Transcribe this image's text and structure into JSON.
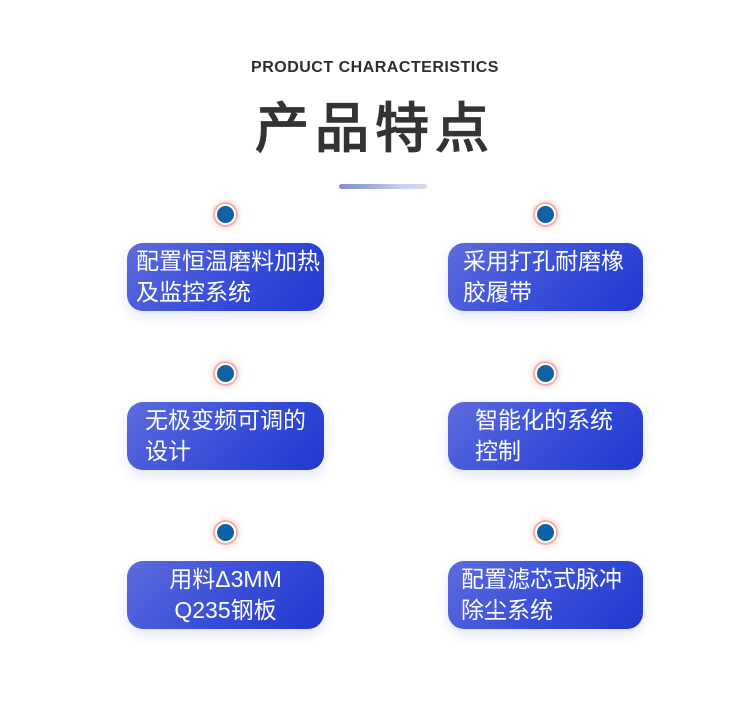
{
  "header": {
    "eyebrow": "PRODUCT CHARACTERISTICS",
    "title": "产品特点"
  },
  "features": [
    {
      "line1": "配置恒温磨料加热",
      "line2": "及监控系统"
    },
    {
      "line1": "采用打孔耐磨橡",
      "line2": "胶履带"
    },
    {
      "line1": "无极变频可调的",
      "line2": "设计"
    },
    {
      "line1": "智能化的系统",
      "line2": "控制"
    },
    {
      "line1": "用料Δ3MM",
      "line2": "Q235钢板"
    },
    {
      "line1": "配置滤芯式脉冲",
      "line2": "除尘系统"
    }
  ],
  "icons": {
    "bullet": "bullet-dot-icon"
  },
  "colors": {
    "card_gradient_start": "#5d6bdd",
    "card_gradient_end": "#2137d0",
    "card_text": "#ffffff",
    "dot_fill": "#1161a5",
    "dot_ring": "#f0b2a8",
    "title_text": "#333333",
    "eyebrow_text": "#2d2d2d",
    "underline_start": "#8292cf",
    "underline_end": "#d3dbf1",
    "background": "#ffffff"
  }
}
